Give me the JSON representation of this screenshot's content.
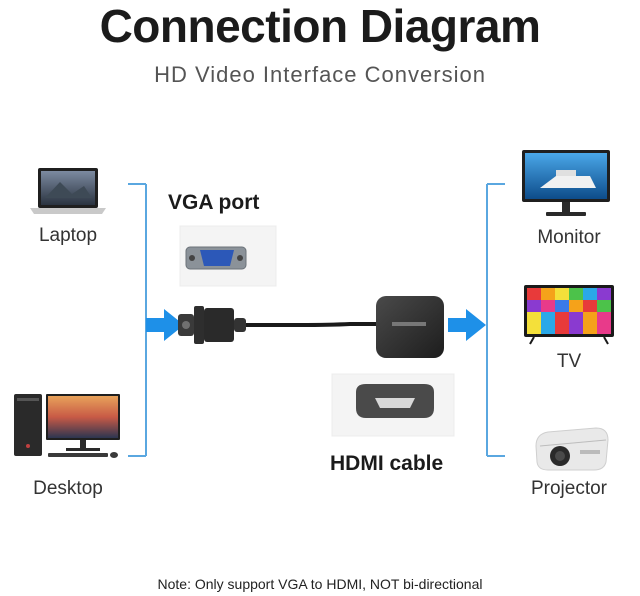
{
  "header": {
    "title": "Connection Diagram",
    "subtitle": "HD Video Interface Conversion"
  },
  "sources": [
    {
      "label": "Laptop",
      "icon": "laptop-icon"
    },
    {
      "label": "Desktop",
      "icon": "desktop-computer-icon"
    }
  ],
  "displays": [
    {
      "label": "Monitor",
      "icon": "monitor-icon"
    },
    {
      "label": "TV",
      "icon": "tv-icon"
    },
    {
      "label": "Projector",
      "icon": "projector-icon"
    }
  ],
  "adapter": {
    "vga_port_label": "VGA port",
    "hdmi_cable_label": "HDMI cable"
  },
  "colors": {
    "bracket": "#5aa7e0",
    "arrow": "#1e90e8",
    "device_dark": "#2b2b2b"
  },
  "footer": {
    "note": "Note: Only support VGA to HDMI, NOT bi-directional"
  }
}
